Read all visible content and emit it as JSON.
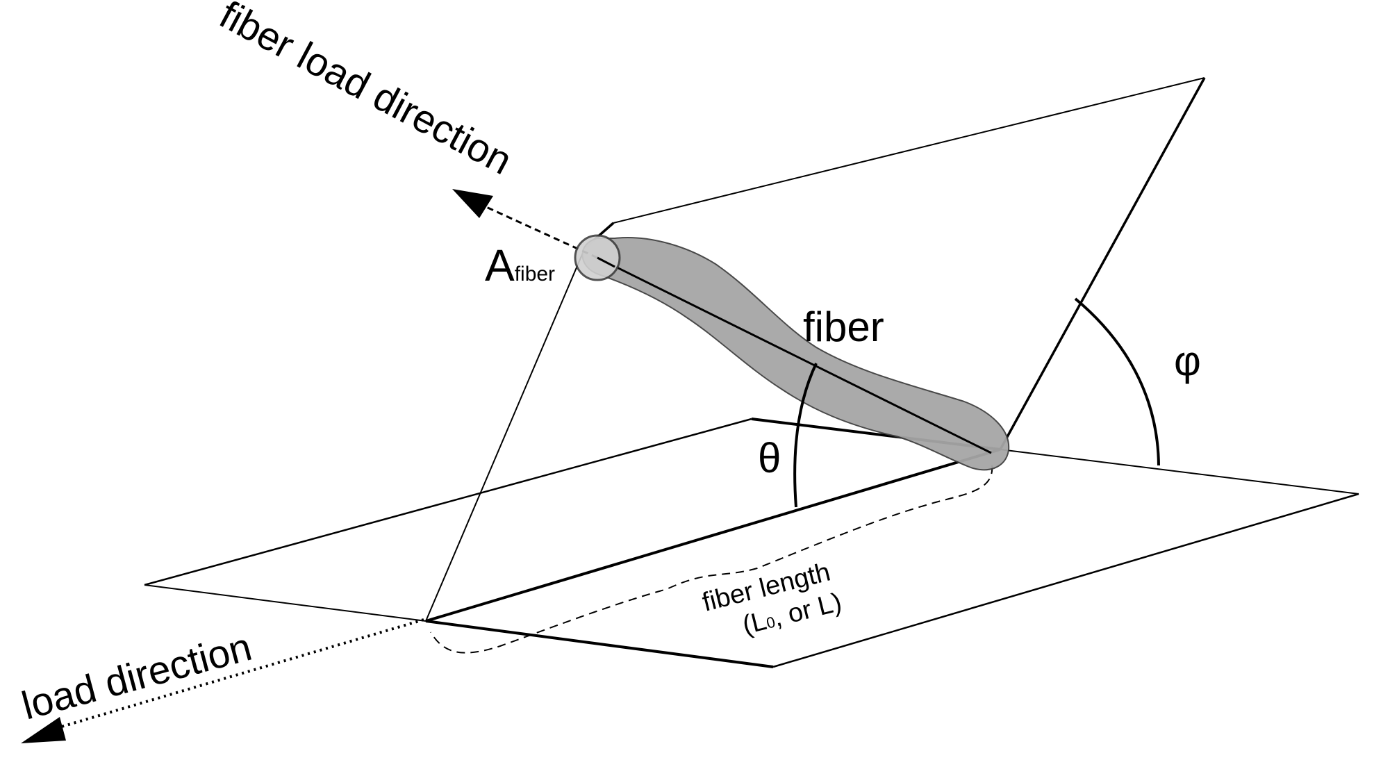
{
  "labels": {
    "fiber_load_direction": "fiber load direction",
    "a_main": "A",
    "a_sub": "fiber",
    "fiber": "fiber",
    "phi": "φ",
    "theta": "θ",
    "fiber_length_line1": "fiber length",
    "fiber_length_line2_pre": "(L",
    "fiber_length_line2_sub": "0",
    "fiber_length_line2_post": ", or L)",
    "load_direction": "load direction"
  },
  "colors": {
    "stroke": "#000000",
    "fiber_fill": "#a6a6a6",
    "cross_section_fill": "#d0d0d0",
    "background": "#ffffff"
  }
}
